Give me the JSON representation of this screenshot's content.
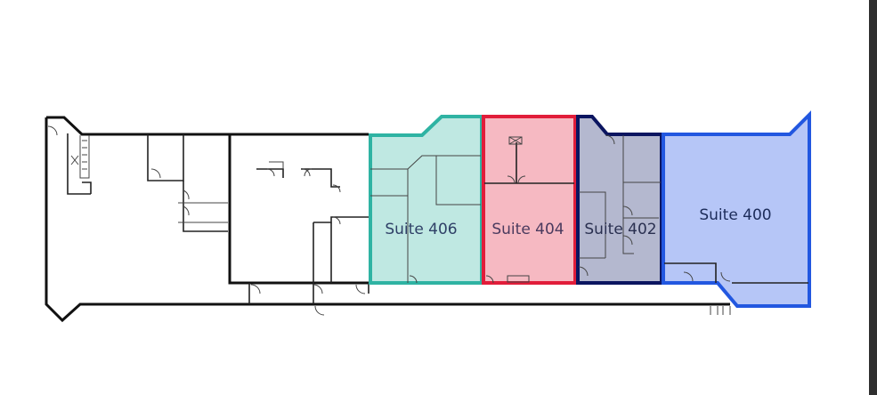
{
  "suites": [
    {
      "id": "406",
      "label": "Suite 406",
      "fill": "#bfe8e2",
      "stroke": "#2fb3a3",
      "text_color": "#2e3f66"
    },
    {
      "id": "404",
      "label": "Suite 404",
      "fill": "#f6b9c2",
      "stroke": "#e11d3a",
      "text_color": "#4a3a5e"
    },
    {
      "id": "402",
      "label": "Suite 402",
      "fill": "#b4b8cf",
      "stroke": "#0b1560",
      "text_color": "#2a3050"
    },
    {
      "id": "400",
      "label": "Suite 400",
      "fill": "#b6c6f7",
      "stroke": "#2257e0",
      "text_color": "#1c2c5a"
    }
  ]
}
